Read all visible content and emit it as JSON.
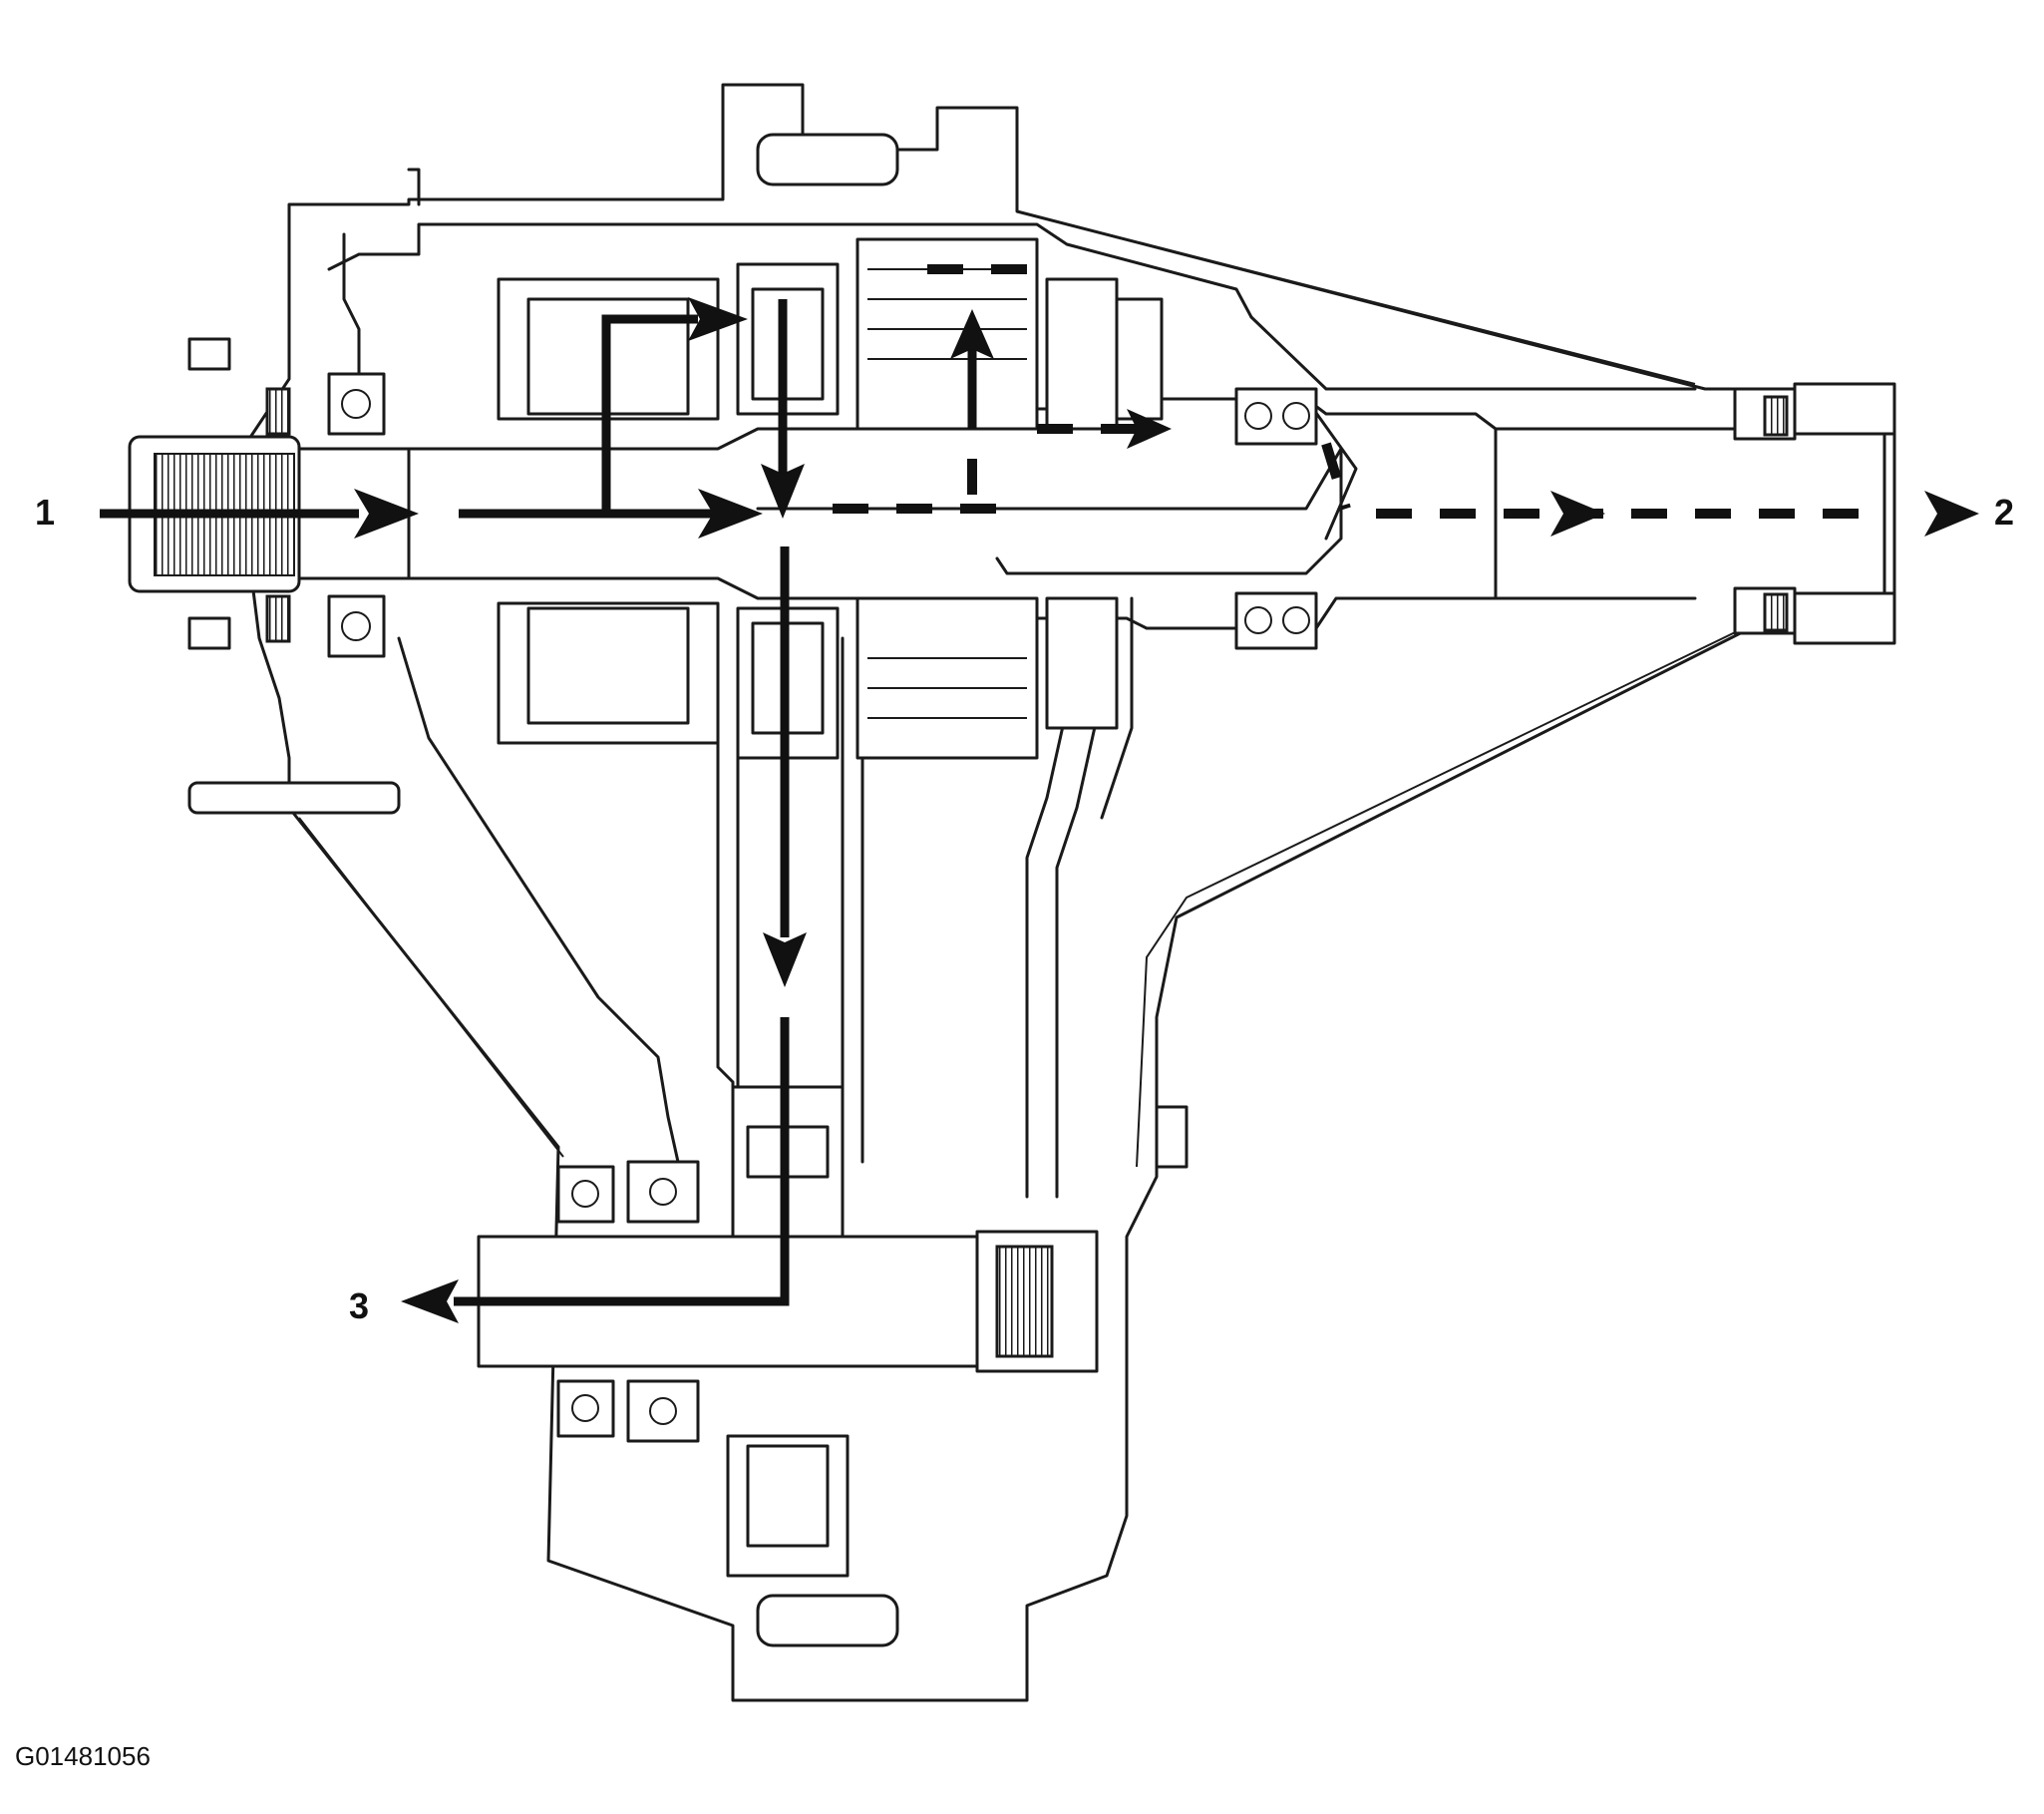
{
  "diagram": {
    "labels": {
      "input": "1",
      "rear_output": "2",
      "front_output": "3"
    },
    "figure_code": "G01481056"
  }
}
